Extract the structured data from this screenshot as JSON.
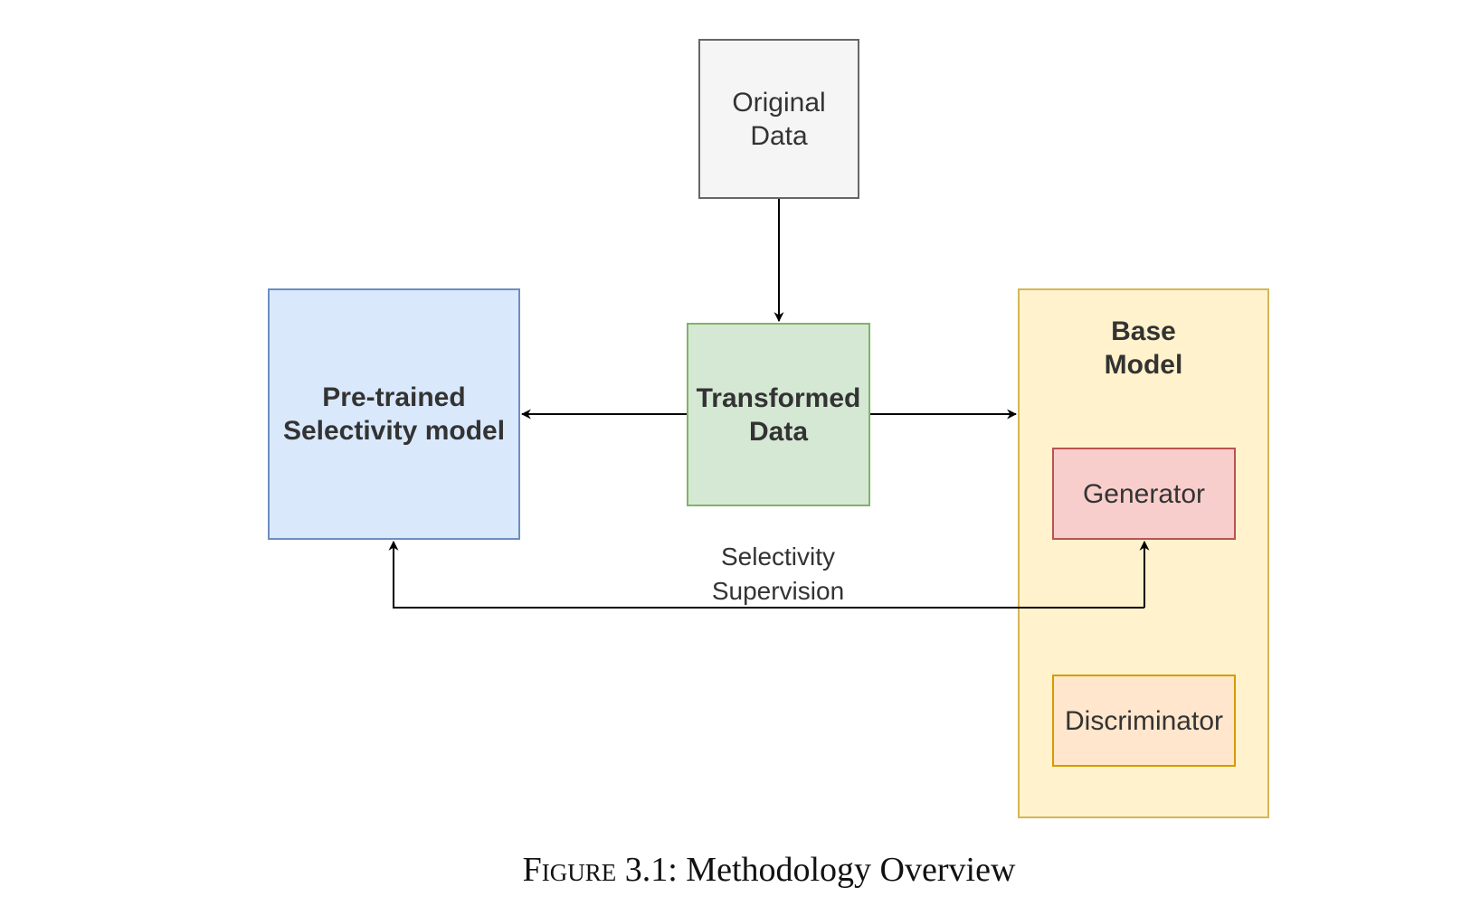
{
  "diagram": {
    "nodes": {
      "original_data": "Original\nData",
      "transformed_data": "Transformed\nData",
      "pretrained_model": "Pre-trained\nSelectivity model",
      "base_model": "Base\nModel",
      "generator": "Generator",
      "discriminator": "Discriminator"
    },
    "edge_labels": {
      "selectivity_supervision": "Selectivity\nSupervision"
    },
    "colors": {
      "original_fill": "#f5f5f5",
      "original_stroke": "#666666",
      "transformed_fill": "#d5e8d4",
      "transformed_stroke": "#82b366",
      "pretrained_fill": "#dae8fc",
      "pretrained_stroke": "#6c8ebf",
      "base_fill": "#fff2cc",
      "base_stroke": "#d6b656",
      "generator_fill": "#f8cecc",
      "generator_stroke": "#b85450",
      "discriminator_fill": "#ffe6cc",
      "discriminator_stroke": "#d79b00",
      "edge": "#000000"
    }
  },
  "caption": {
    "prefix": "Figure",
    "text": "3.1: Methodology Overview"
  }
}
